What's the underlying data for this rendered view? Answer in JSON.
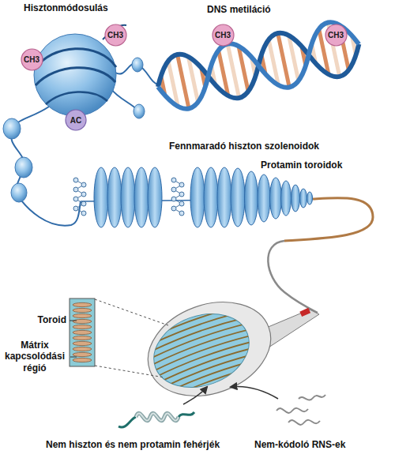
{
  "diagram": {
    "nodes": [
      {
        "text": [
          "CH3"
        ]
      },
      {
        "text": [
          "CH3"
        ]
      },
      {
        "text": [
          "AC"
        ]
      },
      {
        "text": [
          "CH3"
        ]
      },
      {
        "text": [
          "CH3"
        ]
      }
    ],
    "labels": [
      "Hisztonmódosulás",
      "DNS metiláció",
      "Fennmaradó hiszton szolenoidok",
      "Protamin toroidok",
      "Toroid",
      "Mátrix kapcsolódási régió",
      "Nem hiszton és nem protamin fehérjék",
      "Nem-kódoló RNS-ek"
    ]
  }
}
